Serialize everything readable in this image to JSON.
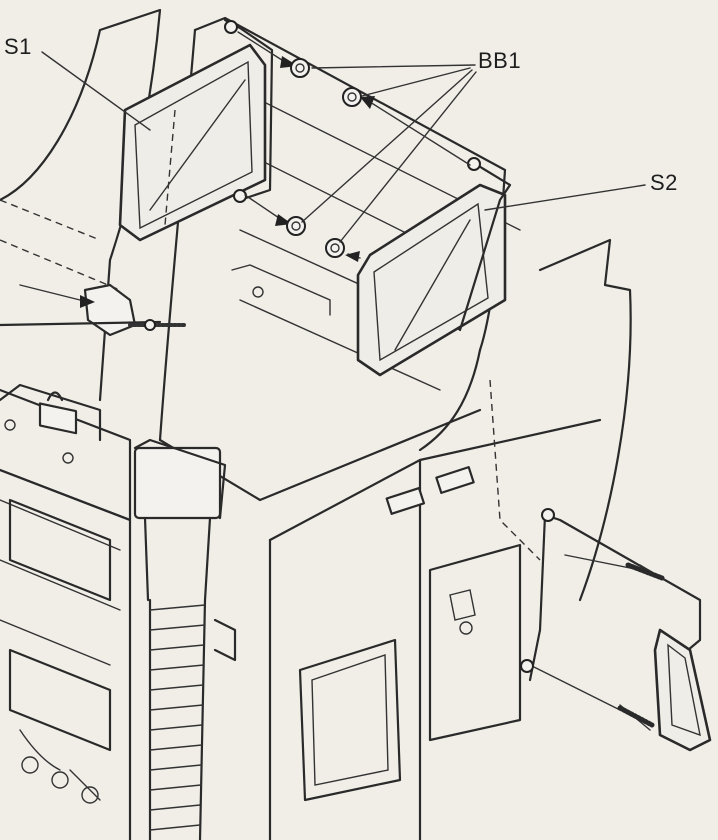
{
  "labels": {
    "s1": "S1",
    "bb1": "BB1",
    "s2": "S2"
  },
  "colors": {
    "paper": "#f1eee8",
    "ink": "#2a2a2a"
  }
}
